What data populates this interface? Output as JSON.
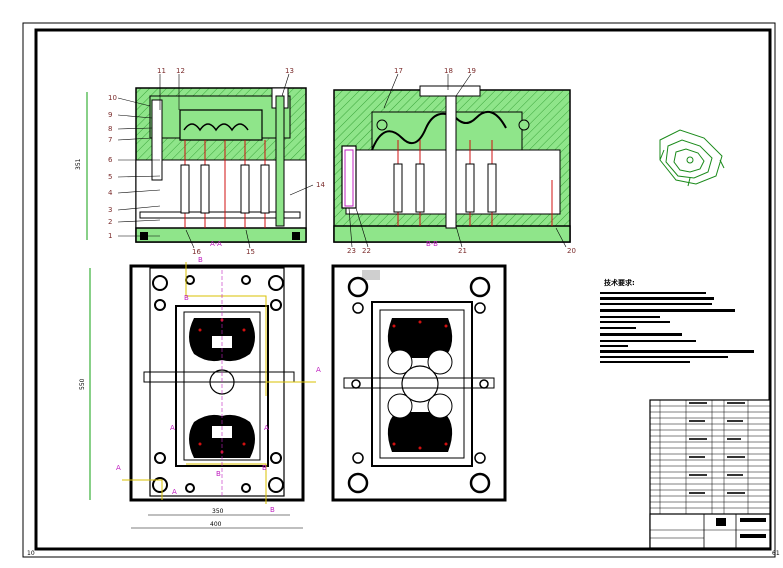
{
  "drawing": {
    "part_numbers": [
      "1",
      "2",
      "3",
      "4",
      "5",
      "6",
      "7",
      "8",
      "9",
      "10",
      "11",
      "12",
      "13",
      "14",
      "15",
      "16",
      "17",
      "18",
      "19",
      "20",
      "21",
      "22",
      "23"
    ],
    "section_aa": "A-A",
    "section_bb": "B-B",
    "cut_a": "A",
    "cut_b": "B",
    "dim_height": "351",
    "dim_plate_height": "550",
    "dim_inner_width": "350",
    "dim_outer_width": "400",
    "notes_title": "技术要求:",
    "corner_left": "10",
    "corner_right": "61"
  },
  "colors": {
    "border": "#000000",
    "plate_fill": "#8fe58a",
    "hatch": "#2b8a2b",
    "label": "#7a2b2b",
    "magenta": "#c020c0",
    "red": "#d01010",
    "dim_green": "#10a010",
    "yellow": "#d8c000"
  }
}
